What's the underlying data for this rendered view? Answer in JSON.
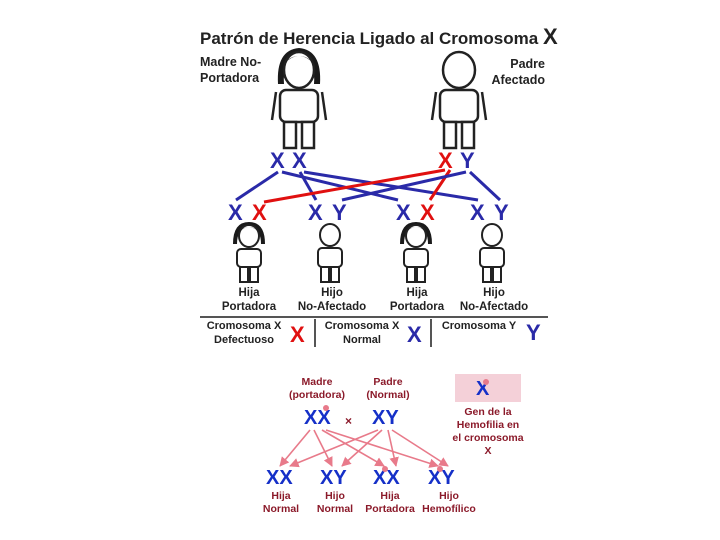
{
  "top_diagram": {
    "title": "Patrón de Herencia Ligado al Cromosoma",
    "title_x": "X",
    "mother_label_1": "Madre No-",
    "mother_label_2": "Portadora",
    "father_label_1": "Padre",
    "father_label_2": "Afectado",
    "mother_chromosomes": [
      "X",
      "X"
    ],
    "father_chromosomes": [
      "X",
      "Y"
    ],
    "children_chromosomes": [
      {
        "first": "X",
        "second": "X"
      },
      {
        "first": "X",
        "second": "Y"
      },
      {
        "first": "X",
        "second": "X"
      },
      {
        "first": "X",
        "second": "Y"
      }
    ],
    "children": [
      {
        "line1": "Hija",
        "line2": "Portadora"
      },
      {
        "line1": "Hijo",
        "line2": "No-Afectado"
      },
      {
        "line1": "Hija",
        "line2": "Portadora"
      },
      {
        "line1": "Hijo",
        "line2": "No-Afectado"
      }
    ],
    "legend": [
      {
        "line1": "Cromosoma X",
        "line2": "Defectuoso",
        "symbol": "X"
      },
      {
        "line1": "Cromosoma X",
        "line2": "Normal",
        "symbol": "X"
      },
      {
        "line1": "Cromosoma Y",
        "line2": "",
        "symbol": "Y"
      }
    ],
    "colors": {
      "normal": "#2a2aa8",
      "defective": "#e01010"
    }
  },
  "bottom_diagram": {
    "mother_label_1": "Madre",
    "mother_label_2": "(portadora)",
    "father_label_1": "Padre",
    "father_label_2": "(Normal)",
    "mother_genotype": "XX",
    "father_genotype": "XY",
    "cross_symbol": "×",
    "gene_box_symbol": "X",
    "gene_label": [
      "Gen de la",
      "Hemofilia en",
      "el cromosoma",
      "X"
    ],
    "children_genotypes": [
      "XX",
      "XY",
      "XX",
      "XY"
    ],
    "children": [
      {
        "line1": "Hija",
        "line2": "Normal"
      },
      {
        "line1": "Hijo",
        "line2": "Normal"
      },
      {
        "line1": "Hija",
        "line2": "Portadora"
      },
      {
        "line1": "Hijo",
        "line2": "Hemofílico"
      }
    ],
    "colors": {
      "chromosome": "#1530c8",
      "label": "#8b1a2a",
      "arrow": "#e87a8a",
      "gene_box": "#f4d0d8"
    }
  }
}
